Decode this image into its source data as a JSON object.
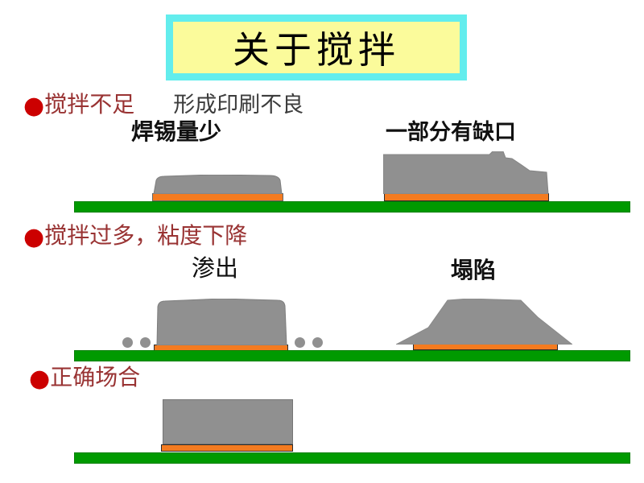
{
  "slide": {
    "title": "关于搅拌"
  },
  "palette": {
    "title_border_cyan": "#63EDED",
    "title_bg_yellow": "#FBFB9B",
    "bullet_red": "#CC0000",
    "heading_red": "#993333",
    "note_gray": "#3C3C3C",
    "label_black": "#111111",
    "pcb_green": "#009A00",
    "pad_orange": "#F47B20",
    "paste_gray": "#909090"
  },
  "sections": [
    {
      "bullet": "●",
      "heading": "搅拌不足",
      "note": "形成印刷不良",
      "labels": [
        "焊锡量少",
        "一部分有缺口"
      ]
    },
    {
      "bullet": "●",
      "heading": "搅拌过多，粘度下降",
      "note": "",
      "labels": [
        "渗出",
        "塌陷"
      ]
    },
    {
      "bullet": "●",
      "heading": "正确场合",
      "note": "",
      "labels": []
    }
  ]
}
